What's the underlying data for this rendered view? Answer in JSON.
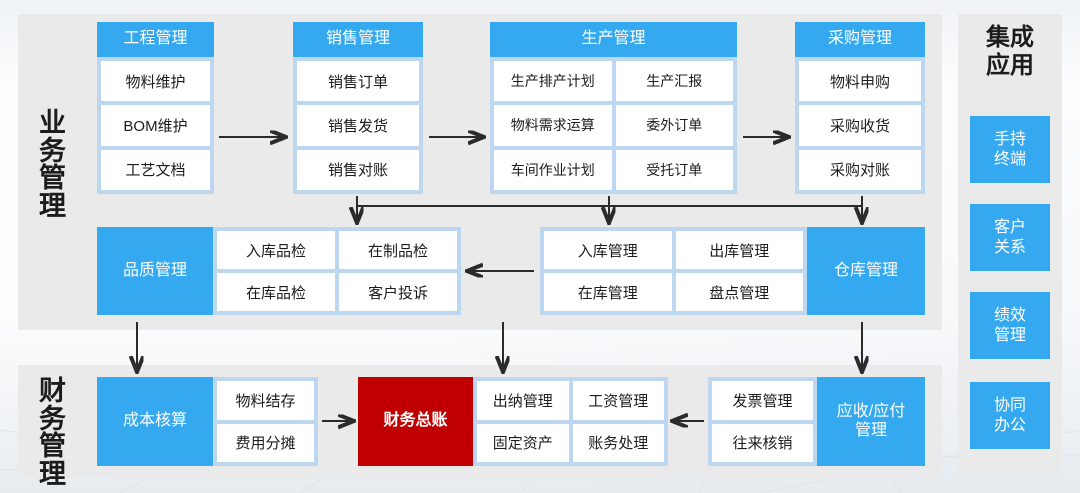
{
  "sections": {
    "business": {
      "title": "业务\n管理",
      "title_chars": "业务管理"
    },
    "finance": {
      "title_chars": "财务管理"
    },
    "integration": {
      "title": "集成\n应用"
    }
  },
  "business_modules": [
    {
      "name": "engineering",
      "header": "工程管理",
      "items": [
        "物料维护",
        "BOM维护",
        "工艺文档"
      ]
    },
    {
      "name": "sales",
      "header": "销售管理",
      "items": [
        "销售订单",
        "销售发货",
        "销售对账"
      ]
    },
    {
      "name": "production",
      "header": "生产管理",
      "items": [
        "生产排产计划",
        "生产汇报",
        "物料需求运算",
        "委外订单",
        "车间作业计划",
        "受托订单"
      ]
    },
    {
      "name": "purchasing",
      "header": "采购管理",
      "items": [
        "物料申购",
        "采购收货",
        "采购对账"
      ]
    }
  ],
  "mid_modules": [
    {
      "name": "quality",
      "header": "品质管理",
      "items": [
        "入库品检",
        "在制品检",
        "在库品检",
        "客户投诉"
      ]
    },
    {
      "name": "warehouse",
      "header": "仓库管理",
      "items": [
        "入库管理",
        "出库管理",
        "在库管理",
        "盘点管理"
      ]
    }
  ],
  "finance_modules": [
    {
      "name": "cost-accounting",
      "header": "成本核算",
      "items": [
        "物料结存",
        "费用分摊"
      ]
    },
    {
      "name": "general-ledger",
      "header": "财务总账",
      "items": [
        "出纳管理",
        "工资管理",
        "固定资产",
        "账务处理"
      ]
    },
    {
      "name": "receivable-payable",
      "header": "应收/应付\n管理",
      "items": [
        "发票管理",
        "往来核销"
      ]
    }
  ],
  "integration_apps": [
    {
      "name": "handheld-terminal",
      "label": "手持\n终端"
    },
    {
      "name": "customer-relations",
      "label": "客户\n关系"
    },
    {
      "name": "performance-management",
      "label": "绩效\n管理"
    },
    {
      "name": "collaborative-office",
      "label": "协同\n办公"
    }
  ],
  "colors": {
    "accent_blue": "#35a9ef",
    "light_blue": "#bcd7ef",
    "panel_gray": "#eaeaea",
    "cell_white": "#ffffff",
    "ledger_red": "#c00000",
    "text_dark": "#1c1c1c"
  }
}
